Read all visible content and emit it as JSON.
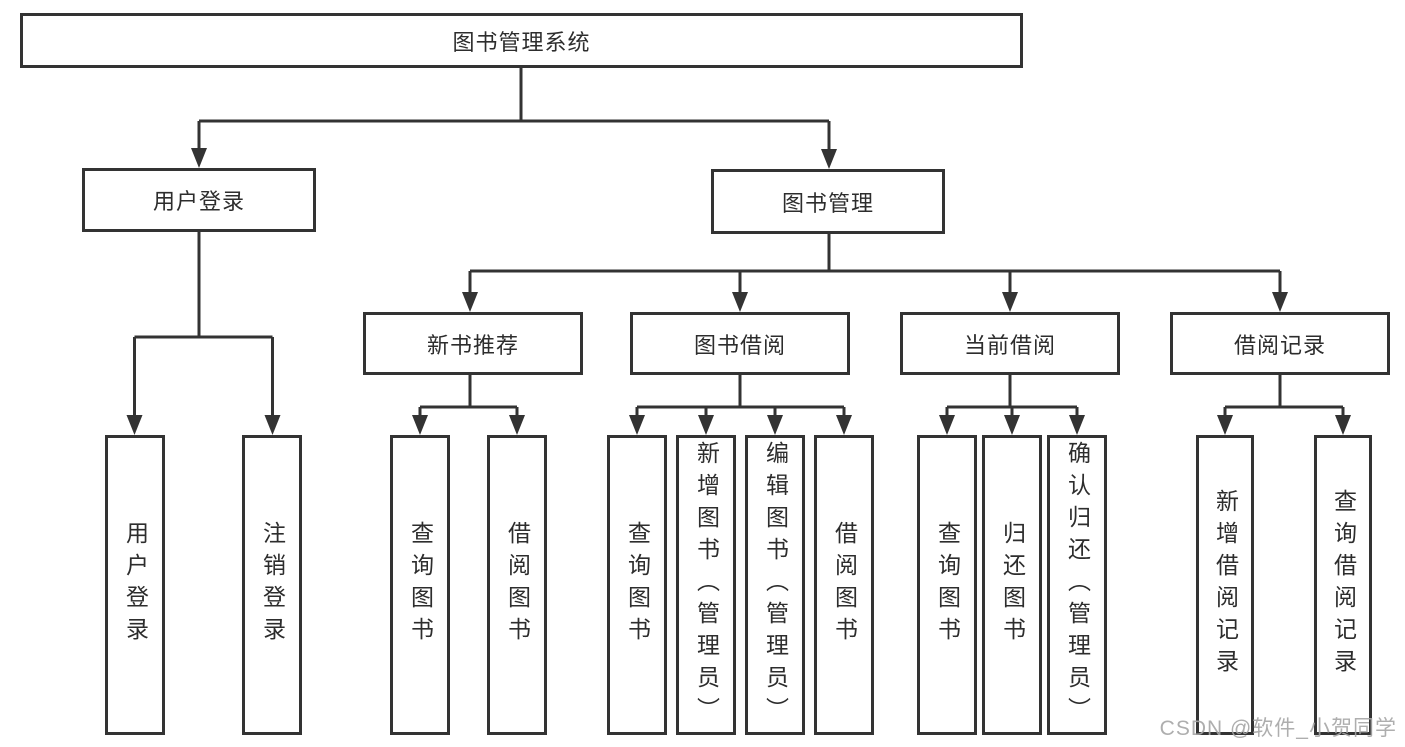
{
  "watermark": "CSDN @软件_小贺同学",
  "colors": {
    "line": "#333333",
    "box_border": "#333333",
    "text": "#2d2d2d",
    "watermark": "#a5a5a5",
    "background": "#ffffff"
  },
  "tree": {
    "root": {
      "label": "图书管理系统"
    },
    "branches": [
      {
        "label": "用户登录",
        "children": [
          {
            "label": "用户登录"
          },
          {
            "label": "注销登录"
          }
        ]
      },
      {
        "label": "图书管理",
        "children": [
          {
            "label": "新书推荐",
            "children": [
              {
                "label": "查询图书"
              },
              {
                "label": "借阅图书"
              }
            ]
          },
          {
            "label": "图书借阅",
            "children": [
              {
                "label": "查询图书"
              },
              {
                "label": "新增图书（管理员）"
              },
              {
                "label": "编辑图书（管理员）"
              },
              {
                "label": "借阅图书"
              }
            ]
          },
          {
            "label": "当前借阅",
            "children": [
              {
                "label": "查询图书"
              },
              {
                "label": "归还图书"
              },
              {
                "label": "确认归还（管理员）"
              }
            ]
          },
          {
            "label": "借阅记录",
            "children": [
              {
                "label": "新增借阅记录"
              },
              {
                "label": "查询借阅记录"
              }
            ]
          }
        ]
      }
    ]
  }
}
